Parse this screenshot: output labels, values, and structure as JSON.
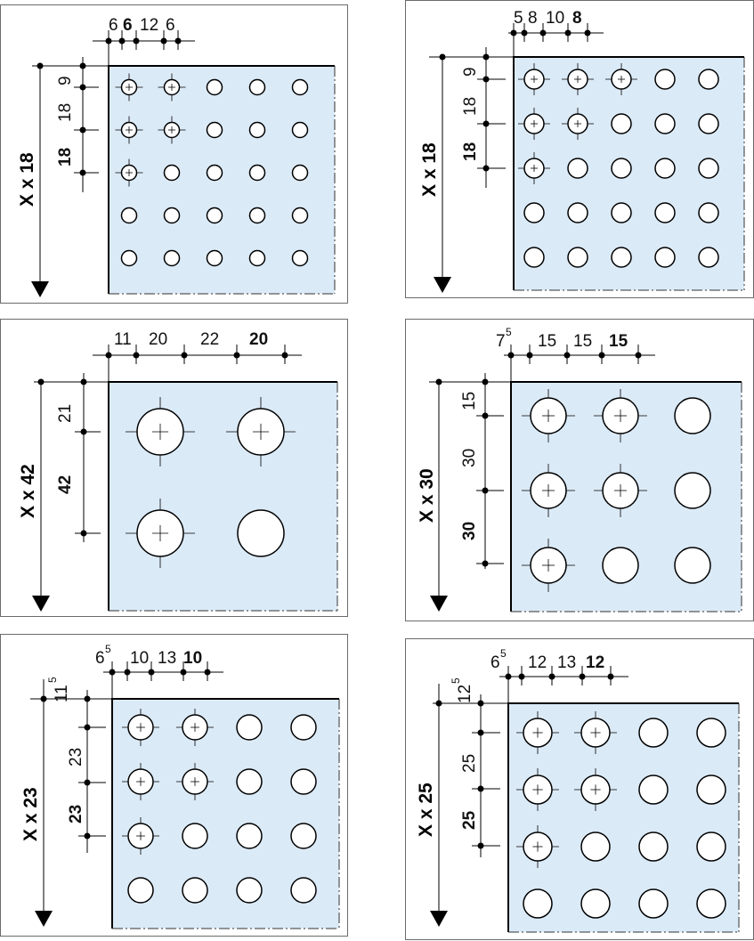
{
  "panels": [
    {
      "id": "panel-1",
      "axis_label": "X x 18",
      "top_dims": [
        {
          "text": "6",
          "bold": false
        },
        {
          "text": "6",
          "bold": true
        },
        {
          "text": "12",
          "bold": false
        },
        {
          "text": "6",
          "bold": false
        }
      ],
      "side_dims": [
        {
          "text": "9",
          "bold": false
        },
        {
          "text": "18",
          "bold": false
        },
        {
          "text": "18",
          "bold": true
        }
      ],
      "grid": {
        "rows": 5,
        "cols": 5,
        "crosshair_rows": [
          [
            0,
            1
          ],
          [
            0,
            1
          ],
          [
            0
          ],
          [],
          []
        ]
      }
    },
    {
      "id": "panel-2",
      "axis_label": "X x 18",
      "top_dims": [
        {
          "text": "5",
          "bold": false
        },
        {
          "text": "8",
          "bold": false
        },
        {
          "text": "10",
          "bold": false
        },
        {
          "text": "8",
          "bold": true
        }
      ],
      "side_dims": [
        {
          "text": "9",
          "bold": false
        },
        {
          "text": "18",
          "bold": false
        },
        {
          "text": "18",
          "bold": true
        }
      ],
      "grid": {
        "rows": 5,
        "cols": 5,
        "crosshair_rows": [
          [
            0,
            1,
            2
          ],
          [
            0,
            1
          ],
          [
            0
          ],
          [],
          []
        ]
      }
    },
    {
      "id": "panel-3",
      "axis_label": "X x 42",
      "top_dims": [
        {
          "text": "11",
          "bold": false
        },
        {
          "text": "20",
          "bold": false
        },
        {
          "text": "22",
          "bold": false
        },
        {
          "text": "20",
          "bold": true
        }
      ],
      "side_dims": [
        {
          "text": "21",
          "bold": false
        },
        {
          "text": "42",
          "bold": true
        }
      ],
      "grid": {
        "rows": 2,
        "cols": 2,
        "crosshair_rows": [
          [
            0,
            1
          ],
          [
            0
          ]
        ]
      }
    },
    {
      "id": "panel-4",
      "axis_label": "X x 30",
      "top_dims": [
        {
          "text": "7",
          "sup": "5",
          "bold": false
        },
        {
          "text": "15",
          "bold": false
        },
        {
          "text": "15",
          "bold": false
        },
        {
          "text": "15",
          "bold": true
        }
      ],
      "side_dims": [
        {
          "text": "15",
          "bold": false
        },
        {
          "text": "30",
          "bold": false
        },
        {
          "text": "30",
          "bold": true
        }
      ],
      "grid": {
        "rows": 3,
        "cols": 3,
        "crosshair_rows": [
          [
            0,
            1
          ],
          [
            0,
            1
          ],
          [
            0
          ]
        ]
      }
    },
    {
      "id": "panel-5",
      "axis_label": "X x 23",
      "top_dims": [
        {
          "text": "6",
          "sup": "5",
          "bold": false
        },
        {
          "text": "10",
          "bold": false
        },
        {
          "text": "13",
          "bold": false
        },
        {
          "text": "10",
          "bold": true
        }
      ],
      "side_dims": [
        {
          "text": "11",
          "sup": "5",
          "bold": false
        },
        {
          "text": "23",
          "bold": false
        },
        {
          "text": "23",
          "bold": true
        }
      ],
      "grid": {
        "rows": 4,
        "cols": 4,
        "crosshair_rows": [
          [
            0,
            1
          ],
          [
            0,
            1
          ],
          [
            0
          ],
          []
        ]
      }
    },
    {
      "id": "panel-6",
      "axis_label": "X x 25",
      "top_dims": [
        {
          "text": "6",
          "sup": "5",
          "bold": false
        },
        {
          "text": "12",
          "bold": false
        },
        {
          "text": "13",
          "bold": false
        },
        {
          "text": "12",
          "bold": true
        }
      ],
      "side_dims": [
        {
          "text": "12",
          "sup": "5",
          "bold": false
        },
        {
          "text": "25",
          "bold": false
        },
        {
          "text": "25",
          "bold": true
        }
      ],
      "grid": {
        "rows": 4,
        "cols": 4,
        "crosshair_rows": [
          [
            0,
            1
          ],
          [
            0,
            1
          ],
          [
            0
          ],
          []
        ]
      }
    }
  ]
}
